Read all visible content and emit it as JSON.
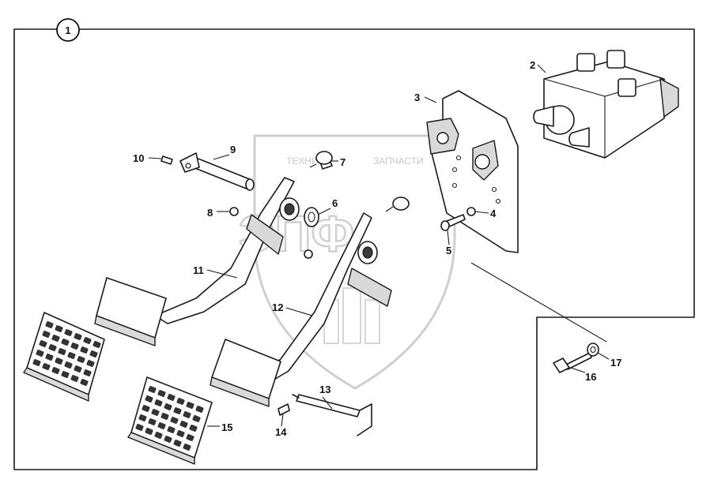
{
  "assembly": {
    "number": "1"
  },
  "watermark": {
    "line1_left": "ТЕХНИКА",
    "line1_right": "ЗАПЧАСТИ",
    "big": "ЭПФ"
  },
  "callouts": [
    {
      "id": "c2",
      "text": "2"
    },
    {
      "id": "c3",
      "text": "3"
    },
    {
      "id": "c4",
      "text": "4"
    },
    {
      "id": "c5",
      "text": "5"
    },
    {
      "id": "c6",
      "text": "6"
    },
    {
      "id": "c7",
      "text": "7"
    },
    {
      "id": "c8",
      "text": "8"
    },
    {
      "id": "c9",
      "text": "9"
    },
    {
      "id": "c10",
      "text": "10"
    },
    {
      "id": "c11",
      "text": "11"
    },
    {
      "id": "c12",
      "text": "12"
    },
    {
      "id": "c13",
      "text": "13"
    },
    {
      "id": "c14",
      "text": "14"
    },
    {
      "id": "c15",
      "text": "15"
    },
    {
      "id": "c16",
      "text": "16"
    },
    {
      "id": "c17",
      "text": "17"
    }
  ]
}
